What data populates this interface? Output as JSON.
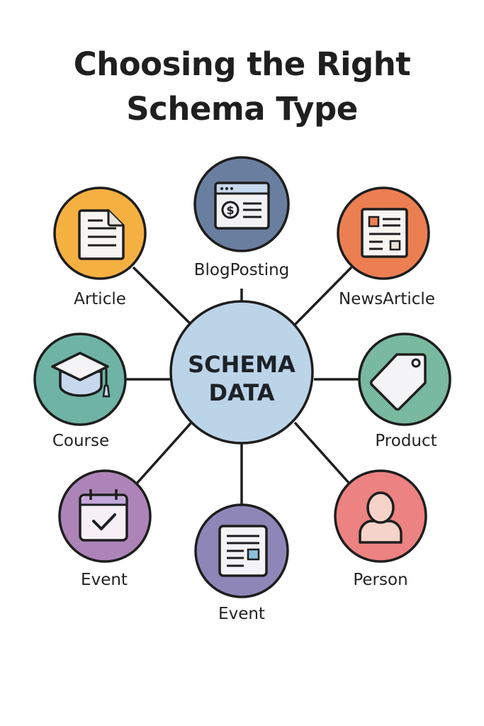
{
  "title": {
    "line1": "Choosing the Right",
    "line2": "Schema Type"
  },
  "center": {
    "line1": "SCHEMA",
    "line2": "DATA",
    "color": "#bcd4e8"
  },
  "nodes": [
    {
      "label": "BlogPosting",
      "icon": "browser-dollar-icon",
      "color": "#6a7fa0"
    },
    {
      "label": "Article",
      "icon": "document-icon",
      "color": "#f5b042"
    },
    {
      "label": "NewsArticle",
      "icon": "newspaper-icon",
      "color": "#ec7f52"
    },
    {
      "label": "Course",
      "icon": "graduation-cap-icon",
      "color": "#6fb3a4"
    },
    {
      "label": "Product",
      "icon": "price-tag-icon",
      "color": "#79b9a0"
    },
    {
      "label": "Event",
      "icon": "calendar-check-icon",
      "color": "#ad84b8"
    },
    {
      "label": "Event",
      "icon": "document-image-icon",
      "color": "#8f86b8"
    },
    {
      "label": "Person",
      "icon": "person-icon",
      "color": "#ec8282"
    }
  ]
}
